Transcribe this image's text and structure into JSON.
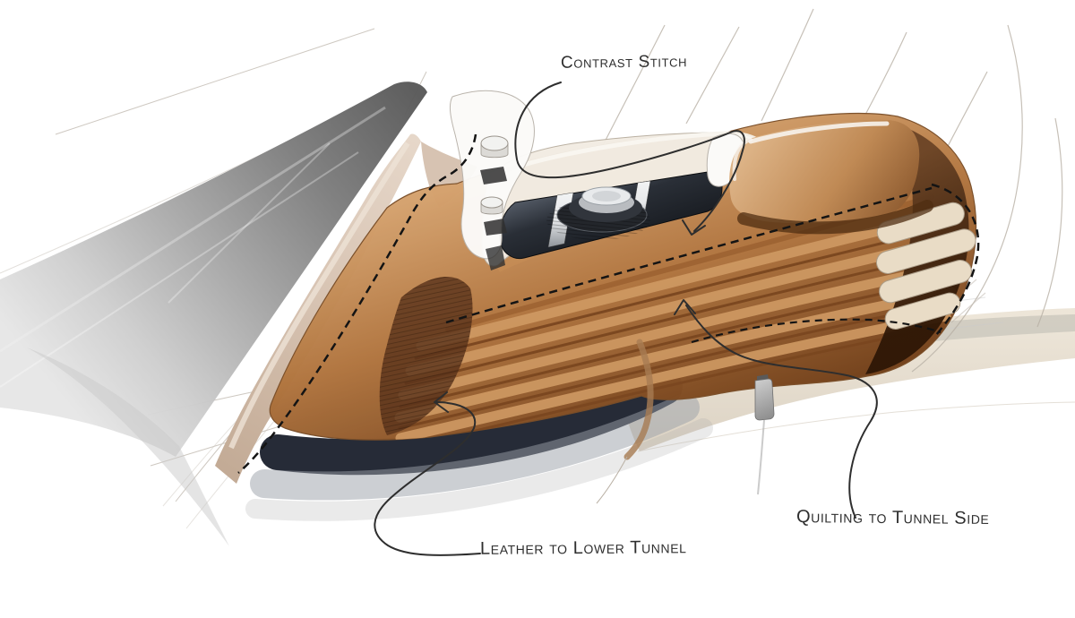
{
  "annotations": {
    "contrast_stitch": {
      "label": "Contrast Stitch"
    },
    "leather_lower_tunnel": {
      "label": "Leather to Lower Tunnel"
    },
    "quilting_tunnel_side": {
      "label": "Quilting to Tunnel Side"
    }
  },
  "palette": {
    "ink": "#2e2e2e",
    "stitch_black": "#141414",
    "leather_highlight": "#d5a26e",
    "leather_mid": "#b1753f",
    "leather_shadow": "#6f3d18",
    "armrest_light": "#dcb285",
    "armrest_dark": "#8d5a2f",
    "tan_panel": "#d7c3b2",
    "gray_wedge_dark": "#585858",
    "gray_wedge_light": "#e6e6e6",
    "navy_shadow": "#262b37",
    "gloss_panel": "#15181d",
    "gloss_reflection": "#545b66",
    "chrome": "#e6e8ea",
    "pad_beige": "#e9dcc6",
    "floor_beige": "#ece4d6",
    "floor_shadow": "#cdc9be",
    "pencil": "#b9b1a6"
  }
}
